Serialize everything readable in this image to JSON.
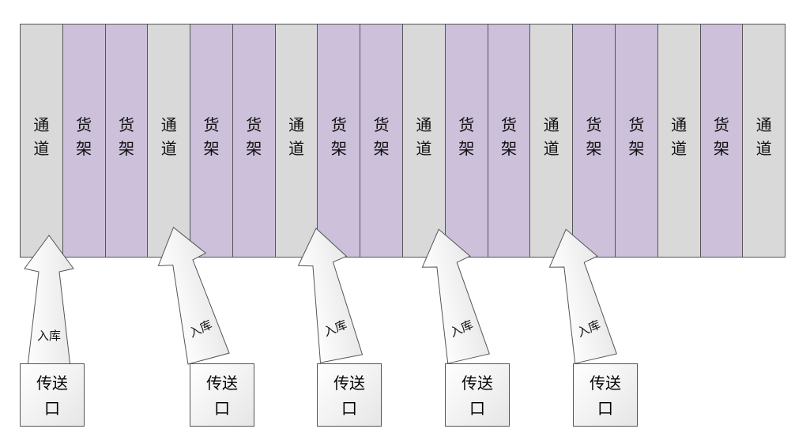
{
  "colors": {
    "aisle": "#d9d9d9",
    "shelf": "#ccc0da",
    "outline": "#555555"
  },
  "columns": [
    {
      "type": "aisle",
      "label": "通道"
    },
    {
      "type": "shelf",
      "label": "货架"
    },
    {
      "type": "shelf",
      "label": "货架"
    },
    {
      "type": "aisle",
      "label": "通道"
    },
    {
      "type": "shelf",
      "label": "货架"
    },
    {
      "type": "shelf",
      "label": "货架"
    },
    {
      "type": "aisle",
      "label": "通道"
    },
    {
      "type": "shelf",
      "label": "货架"
    },
    {
      "type": "shelf",
      "label": "货架"
    },
    {
      "type": "aisle",
      "label": "通道"
    },
    {
      "type": "shelf",
      "label": "货架"
    },
    {
      "type": "shelf",
      "label": "货架"
    },
    {
      "type": "aisle",
      "label": "通道"
    },
    {
      "type": "shelf",
      "label": "货架"
    },
    {
      "type": "shelf",
      "label": "货架"
    },
    {
      "type": "aisle",
      "label": "通道"
    },
    {
      "type": "shelf",
      "label": "货架"
    },
    {
      "type": "aisle",
      "label": "通道"
    }
  ],
  "arrows": [
    {
      "label": "入库"
    },
    {
      "label": "入库"
    },
    {
      "label": "入库"
    },
    {
      "label": "入库"
    },
    {
      "label": "入库"
    }
  ],
  "ports": [
    {
      "line1": "传送",
      "line2": "口"
    },
    {
      "line1": "传送",
      "line2": "口"
    },
    {
      "line1": "传送",
      "line2": "口"
    },
    {
      "line1": "传送",
      "line2": "口"
    },
    {
      "line1": "传送",
      "line2": "口"
    }
  ]
}
